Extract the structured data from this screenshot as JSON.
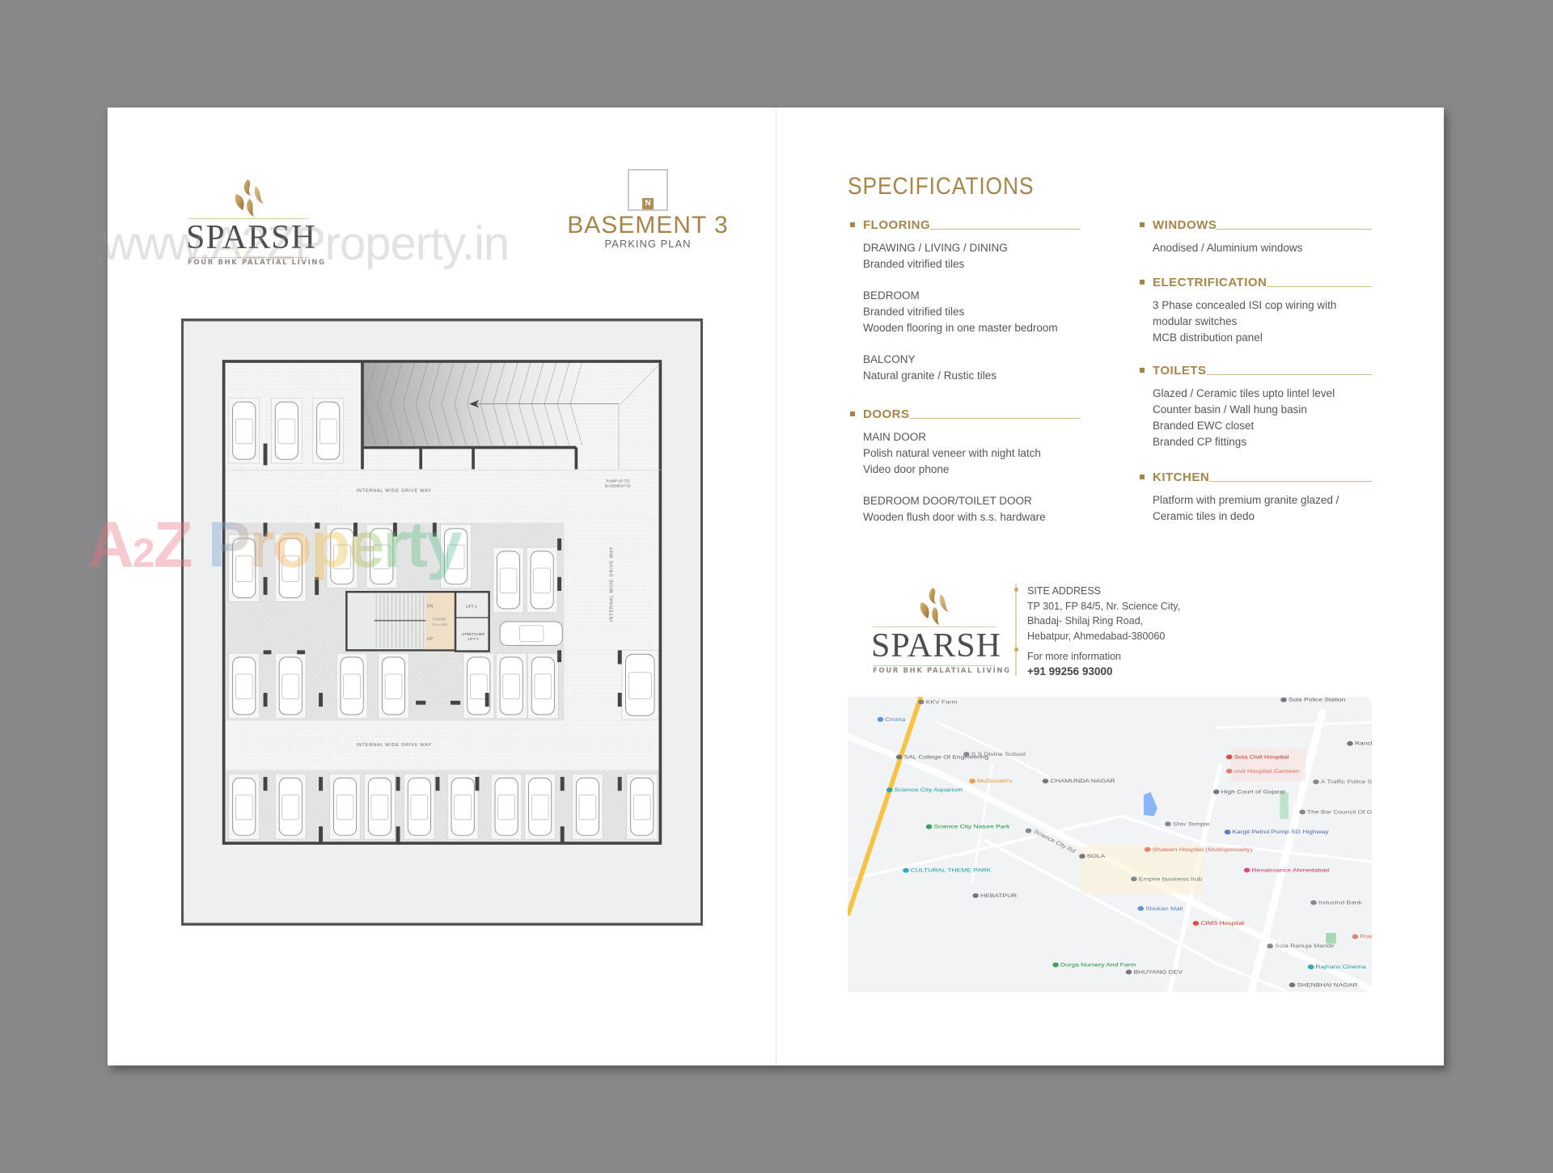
{
  "watermarks": {
    "site": "www.A2ZProperty.in",
    "brand_a": "A",
    "brand_2": "2",
    "brand_z": "Z",
    "brand_property": "Property"
  },
  "brand": {
    "name": "SPARSH",
    "tagline": "FOUR BHK PALATIAL LIVING",
    "gold": "#a88449"
  },
  "plan": {
    "north_label": "N",
    "title": "BASEMENT 3",
    "subtitle": "PARKING PLAN",
    "labels": {
      "driveway_top": "INTERNAL WIDE DRIVE WAY",
      "driveway_bottom": "INTERNAL WIDE DRIVE WAY",
      "driveway_vertical": "INTERNAL WIDE DRIVE WAY",
      "ramp_line1": "RAMP UP TO",
      "ramp_line2": "BASEMENT 02",
      "dn": "DN",
      "up": "UP",
      "foyer": "FOYER",
      "foyer_size": "7'0\" x 13'9\"",
      "lift1": "LIFT 1",
      "stretcher": "STRETCHER",
      "lift2": "LIFT 2"
    }
  },
  "specifications": {
    "title": "SPECIFICATIONS",
    "left": [
      {
        "name": "FLOORING",
        "items": [
          "DRAWING / LIVING / DINING",
          "Branded vitrified tiles",
          "",
          "BEDROOM",
          "Branded vitrified tiles",
          "Wooden flooring in one master bedroom",
          "",
          "BALCONY",
          "Natural granite / Rustic tiles"
        ]
      },
      {
        "name": "DOORS",
        "items": [
          "MAIN DOOR",
          "Polish natural veneer with night latch",
          "Video door phone",
          "",
          "BEDROOM DOOR/TOILET DOOR",
          "Wooden flush door with s.s. hardware"
        ]
      }
    ],
    "right": [
      {
        "name": "WINDOWS",
        "items": [
          "Anodised / Aluminium windows"
        ]
      },
      {
        "name": "ELECTRIFICATION",
        "items": [
          "3 Phase concealed ISI cop wiring with",
          "modular switches",
          "MCB distribution panel"
        ]
      },
      {
        "name": "TOILETS",
        "items": [
          "Glazed / Ceramic tiles upto lintel level",
          "Counter basin / Wall hung basin",
          "Branded EWC closet",
          "Branded CP fittings"
        ]
      },
      {
        "name": "KITCHEN",
        "items": [
          "Platform with premium granite glazed /",
          "Ceramic tiles in dedo"
        ]
      }
    ]
  },
  "contact": {
    "address_label": "SITE ADDRESS",
    "address_lines": [
      "TP 301, FP 84/5, Nr. Science City,",
      "Bhadaj- Shilaj Ring Road,",
      "Hebatpur, Ahmedabad-380060"
    ],
    "info_label": "For more information",
    "phone": "+91 99256 93000"
  },
  "map": {
    "labels": [
      {
        "text": "KKV Farm",
        "color": "#70757a"
      },
      {
        "text": "Croma",
        "color": "#4a7fd1"
      },
      {
        "text": "SAL College Of Engineering",
        "color": "#5f6368"
      },
      {
        "text": "S S Divine School",
        "color": "#70757a"
      },
      {
        "text": "McDonald's",
        "color": "#e8912d"
      },
      {
        "text": "CHAMUNDA NAGAR",
        "color": "#5f6368"
      },
      {
        "text": "Science City Aquarium",
        "color": "#129eaf"
      },
      {
        "text": "Science City Nature Park",
        "color": "#1e8e3e"
      },
      {
        "text": "Science City Rd",
        "color": "#70757a"
      },
      {
        "text": "SOLA",
        "color": "#5f6368"
      },
      {
        "text": "CULTURAL THEME PARK",
        "color": "#129eaf"
      },
      {
        "text": "HEBATPUR",
        "color": "#5f6368"
      },
      {
        "text": "Empire business hub",
        "color": "#70757a"
      },
      {
        "text": "Shukan Mall",
        "color": "#4a7fd1"
      },
      {
        "text": "CIMS Hospital",
        "color": "#d93025"
      },
      {
        "text": "Shaleen Hospital (Multispeciality)",
        "color": "#e06c5c"
      },
      {
        "text": "Shiv Temple",
        "color": "#70757a"
      },
      {
        "text": "Sola Civil Hospital",
        "color": "#d93025"
      },
      {
        "text": "civil Hospital Canteen",
        "color": "#e06c5c"
      },
      {
        "text": "High Court of Gujarat",
        "color": "#5f6368"
      },
      {
        "text": "The Bar Council Of Gujarat",
        "color": "#70757a"
      },
      {
        "text": "Kargil Petrol Pump SG Highway",
        "color": "#4a5fc1"
      },
      {
        "text": "Renaissance Ahmedabad",
        "color": "#d93060"
      },
      {
        "text": "Sola Police Station",
        "color": "#5f6368"
      },
      {
        "text": "A Traffic Police Stati",
        "color": "#70757a"
      },
      {
        "text": "IndusInd Bank",
        "color": "#70757a"
      },
      {
        "text": "Sola Ranuja Mandir",
        "color": "#70757a"
      },
      {
        "text": "Rajhans Cinema",
        "color": "#129eaf"
      },
      {
        "text": "SHENBHAI NAGAR",
        "color": "#5f6368"
      },
      {
        "text": "BHUYANG DEV",
        "color": "#5f6368"
      },
      {
        "text": "Durga Nursery And Farm",
        "color": "#1e8e3e"
      },
      {
        "text": "Ranch Techn",
        "color": "#5f6368"
      },
      {
        "text": "Prat",
        "color": "#e06c5c"
      }
    ]
  }
}
